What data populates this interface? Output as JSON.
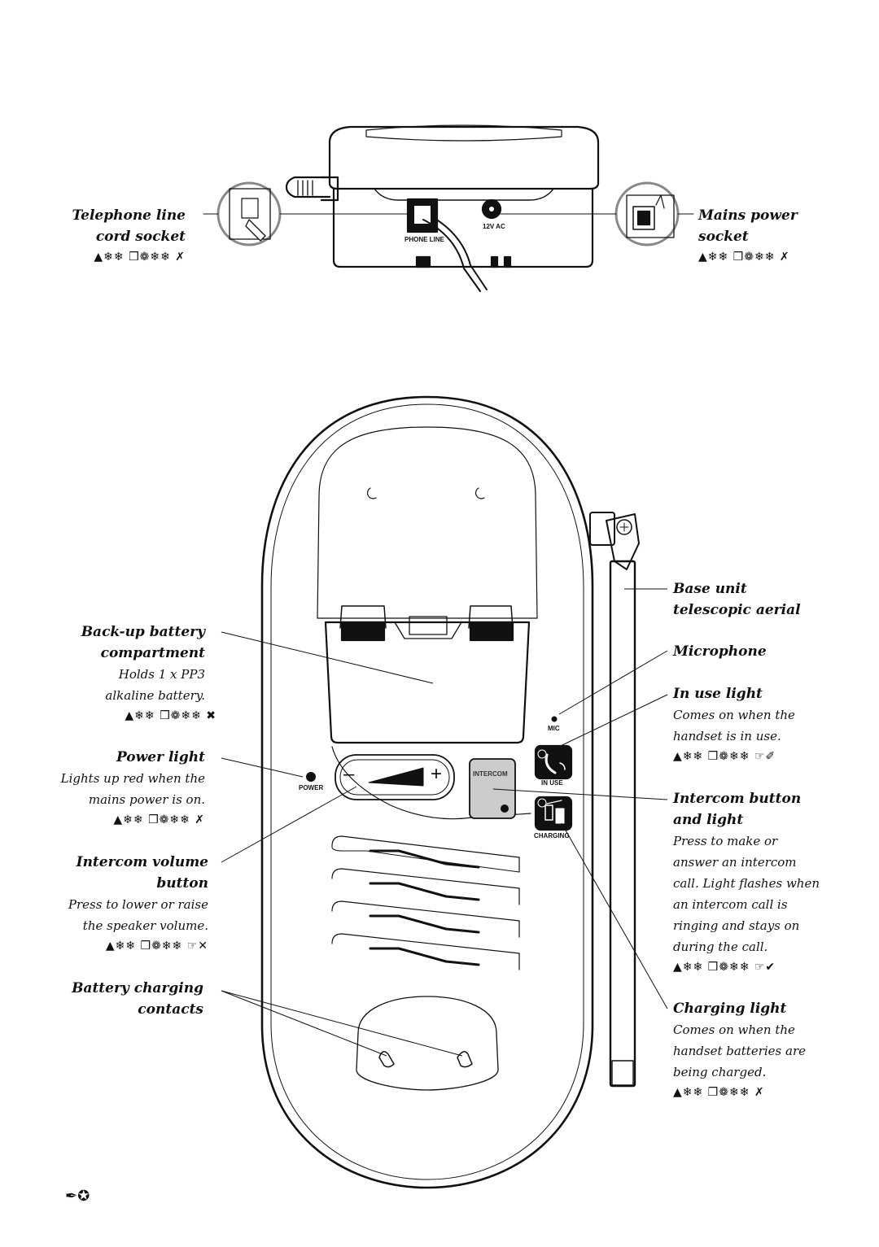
{
  "rear_view": {
    "telephone_socket": {
      "title_line1": "Telephone line",
      "title_line2": "cord socket",
      "ref": "▲❄❄ ❒❁❄❄ ✗"
    },
    "mains_socket": {
      "title_line1": "Mains power",
      "title_line2": "socket",
      "ref": "▲❄❄ ❒❁❄❄ ✗"
    },
    "panel_labels": {
      "phone_line": "PHONE LINE",
      "power_in": "12V AC"
    }
  },
  "front_view": {
    "panel_labels": {
      "power": "POWER",
      "intercom": "INTERCOM",
      "mic": "MIC",
      "in_use": "IN USE",
      "charging": "CHARGING",
      "minus": "–",
      "plus": "+"
    },
    "callouts_left": [
      {
        "id": "backup-battery",
        "title": [
          "Back-up battery",
          "compartment"
        ],
        "desc": [
          "Holds 1 x PP3",
          "alkaline battery."
        ],
        "ref": "▲❄❄ ❒❁❄❄ ✖"
      },
      {
        "id": "power-light",
        "title": [
          "Power light"
        ],
        "desc": [
          "Lights up red when the",
          "mains power is on."
        ],
        "ref": "▲❄❄ ❒❁❄❄ ✗"
      },
      {
        "id": "intercom-volume",
        "title": [
          "Intercom volume",
          "button"
        ],
        "desc": [
          "Press to lower or raise",
          "the speaker volume."
        ],
        "ref": "▲❄❄ ❒❁❄❄ ☞✕"
      },
      {
        "id": "charging-contacts",
        "title": [
          "Battery charging",
          "contacts"
        ],
        "desc": [],
        "ref": ""
      }
    ],
    "callouts_right": [
      {
        "id": "aerial",
        "title": [
          "Base unit",
          "telescopic aerial"
        ],
        "desc": [],
        "ref": ""
      },
      {
        "id": "microphone",
        "title": [
          "Microphone"
        ],
        "desc": [],
        "ref": ""
      },
      {
        "id": "in-use-light",
        "title": [
          "In use light"
        ],
        "desc": [
          "Comes on when the",
          "handset is in use."
        ],
        "ref": "▲❄❄ ❒❁❄❄ ☞✐"
      },
      {
        "id": "intercom-button",
        "title": [
          "Intercom button",
          "and light"
        ],
        "desc": [
          "Press to make or",
          "answer an intercom",
          "call. Light flashes when",
          "an intercom call is",
          "ringing and stays on",
          "during the call."
        ],
        "ref": "▲❄❄ ❒❁❄❄ ☞✔"
      },
      {
        "id": "charging-light",
        "title": [
          "Charging light"
        ],
        "desc": [
          "Comes on when the",
          "handset batteries are",
          "being charged."
        ],
        "ref": "▲❄❄ ❒❁❄❄ ✗"
      }
    ]
  },
  "page_number": "✒✪"
}
